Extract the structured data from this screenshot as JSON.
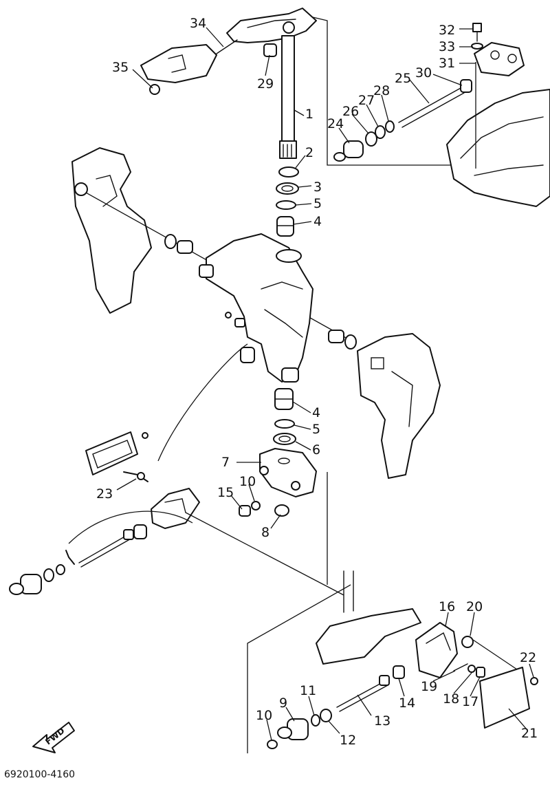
{
  "diagram": {
    "drawing_code": "6920100-4160",
    "fwd_arrow_label": "FWD",
    "callouts": [
      "34",
      "35",
      "29",
      "1",
      "32",
      "33",
      "31",
      "30",
      "25",
      "28",
      "27",
      "26",
      "24",
      "2",
      "3",
      "5",
      "4",
      "4",
      "5",
      "6",
      "7",
      "10",
      "15",
      "8",
      "23",
      "16",
      "20",
      "22",
      "19",
      "18",
      "17",
      "21",
      "11",
      "9",
      "13",
      "14",
      "10",
      "12"
    ]
  }
}
